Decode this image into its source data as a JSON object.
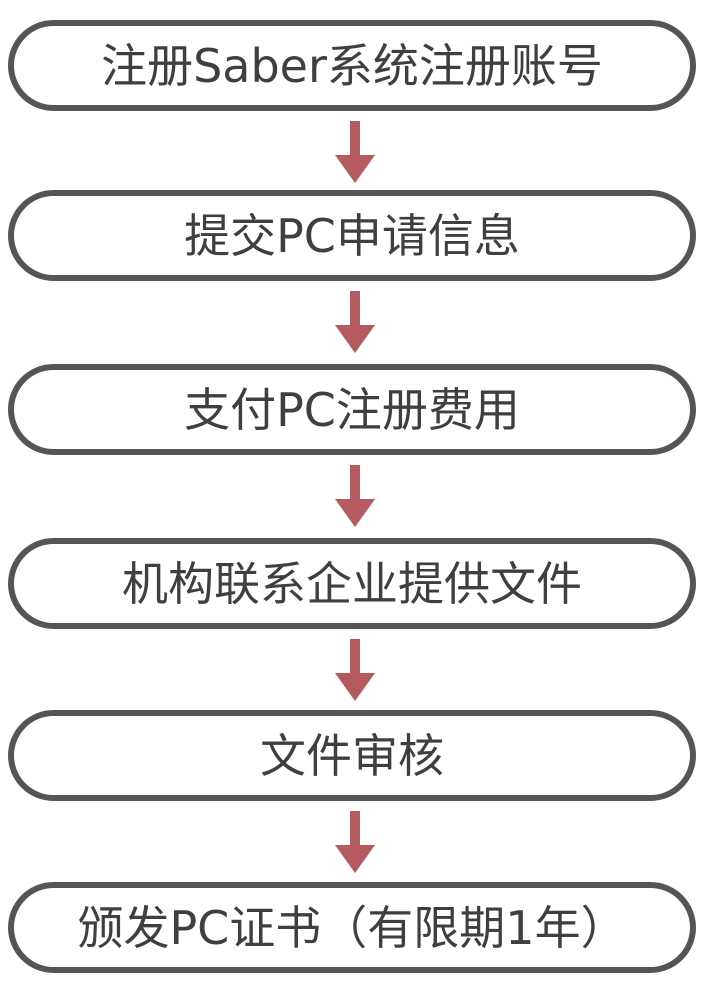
{
  "diagram": {
    "type": "vertical-flowchart",
    "colors": {
      "box_border": "#555555",
      "box_fill": "#ffffff",
      "text": "#3f3f3f",
      "arrow": "#b55a5e"
    },
    "steps": [
      {
        "label": "注册Saber系统注册账号"
      },
      {
        "label": "提交PC申请信息"
      },
      {
        "label": "支付PC注册费用"
      },
      {
        "label": "机构联系企业提供文件"
      },
      {
        "label": "文件审核"
      },
      {
        "label": "颁发PC证书（有限期1年）"
      }
    ],
    "arrows": [
      {
        "from": 0,
        "to": 1
      },
      {
        "from": 1,
        "to": 2
      },
      {
        "from": 2,
        "to": 3
      },
      {
        "from": 3,
        "to": 4
      },
      {
        "from": 4,
        "to": 5
      }
    ]
  }
}
